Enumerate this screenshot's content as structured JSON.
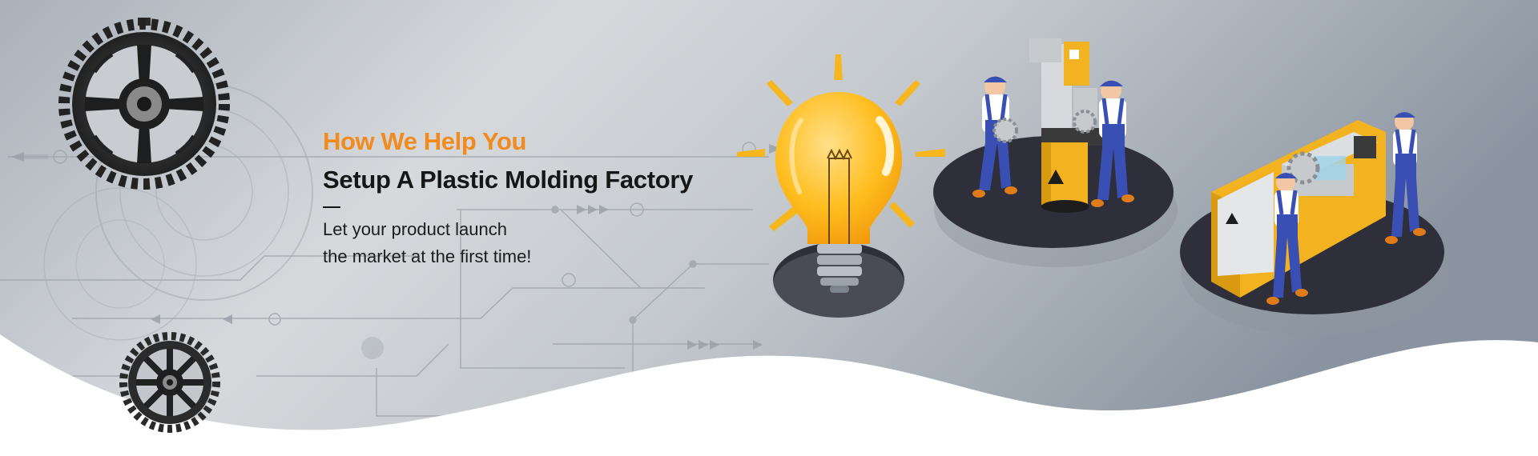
{
  "hero": {
    "kicker": "How We Help You",
    "headline": "Setup A Plastic Molding Factory",
    "description_line1": "Let your product launch",
    "description_line2": "the market at the first time!"
  },
  "colors": {
    "accent": "#f28a1d",
    "headline": "#161616",
    "platform": "#2e2f3a",
    "bulb": "#ffb819",
    "worker_blue": "#3a4fb4",
    "machine_yellow": "#f3b220",
    "background_left": "#aeb4bb",
    "background_right": "#8d97a3"
  },
  "icons": [
    "gear-icon",
    "light-bulb-icon",
    "circuit-lines",
    "worker-figure",
    "industrial-machine"
  ]
}
